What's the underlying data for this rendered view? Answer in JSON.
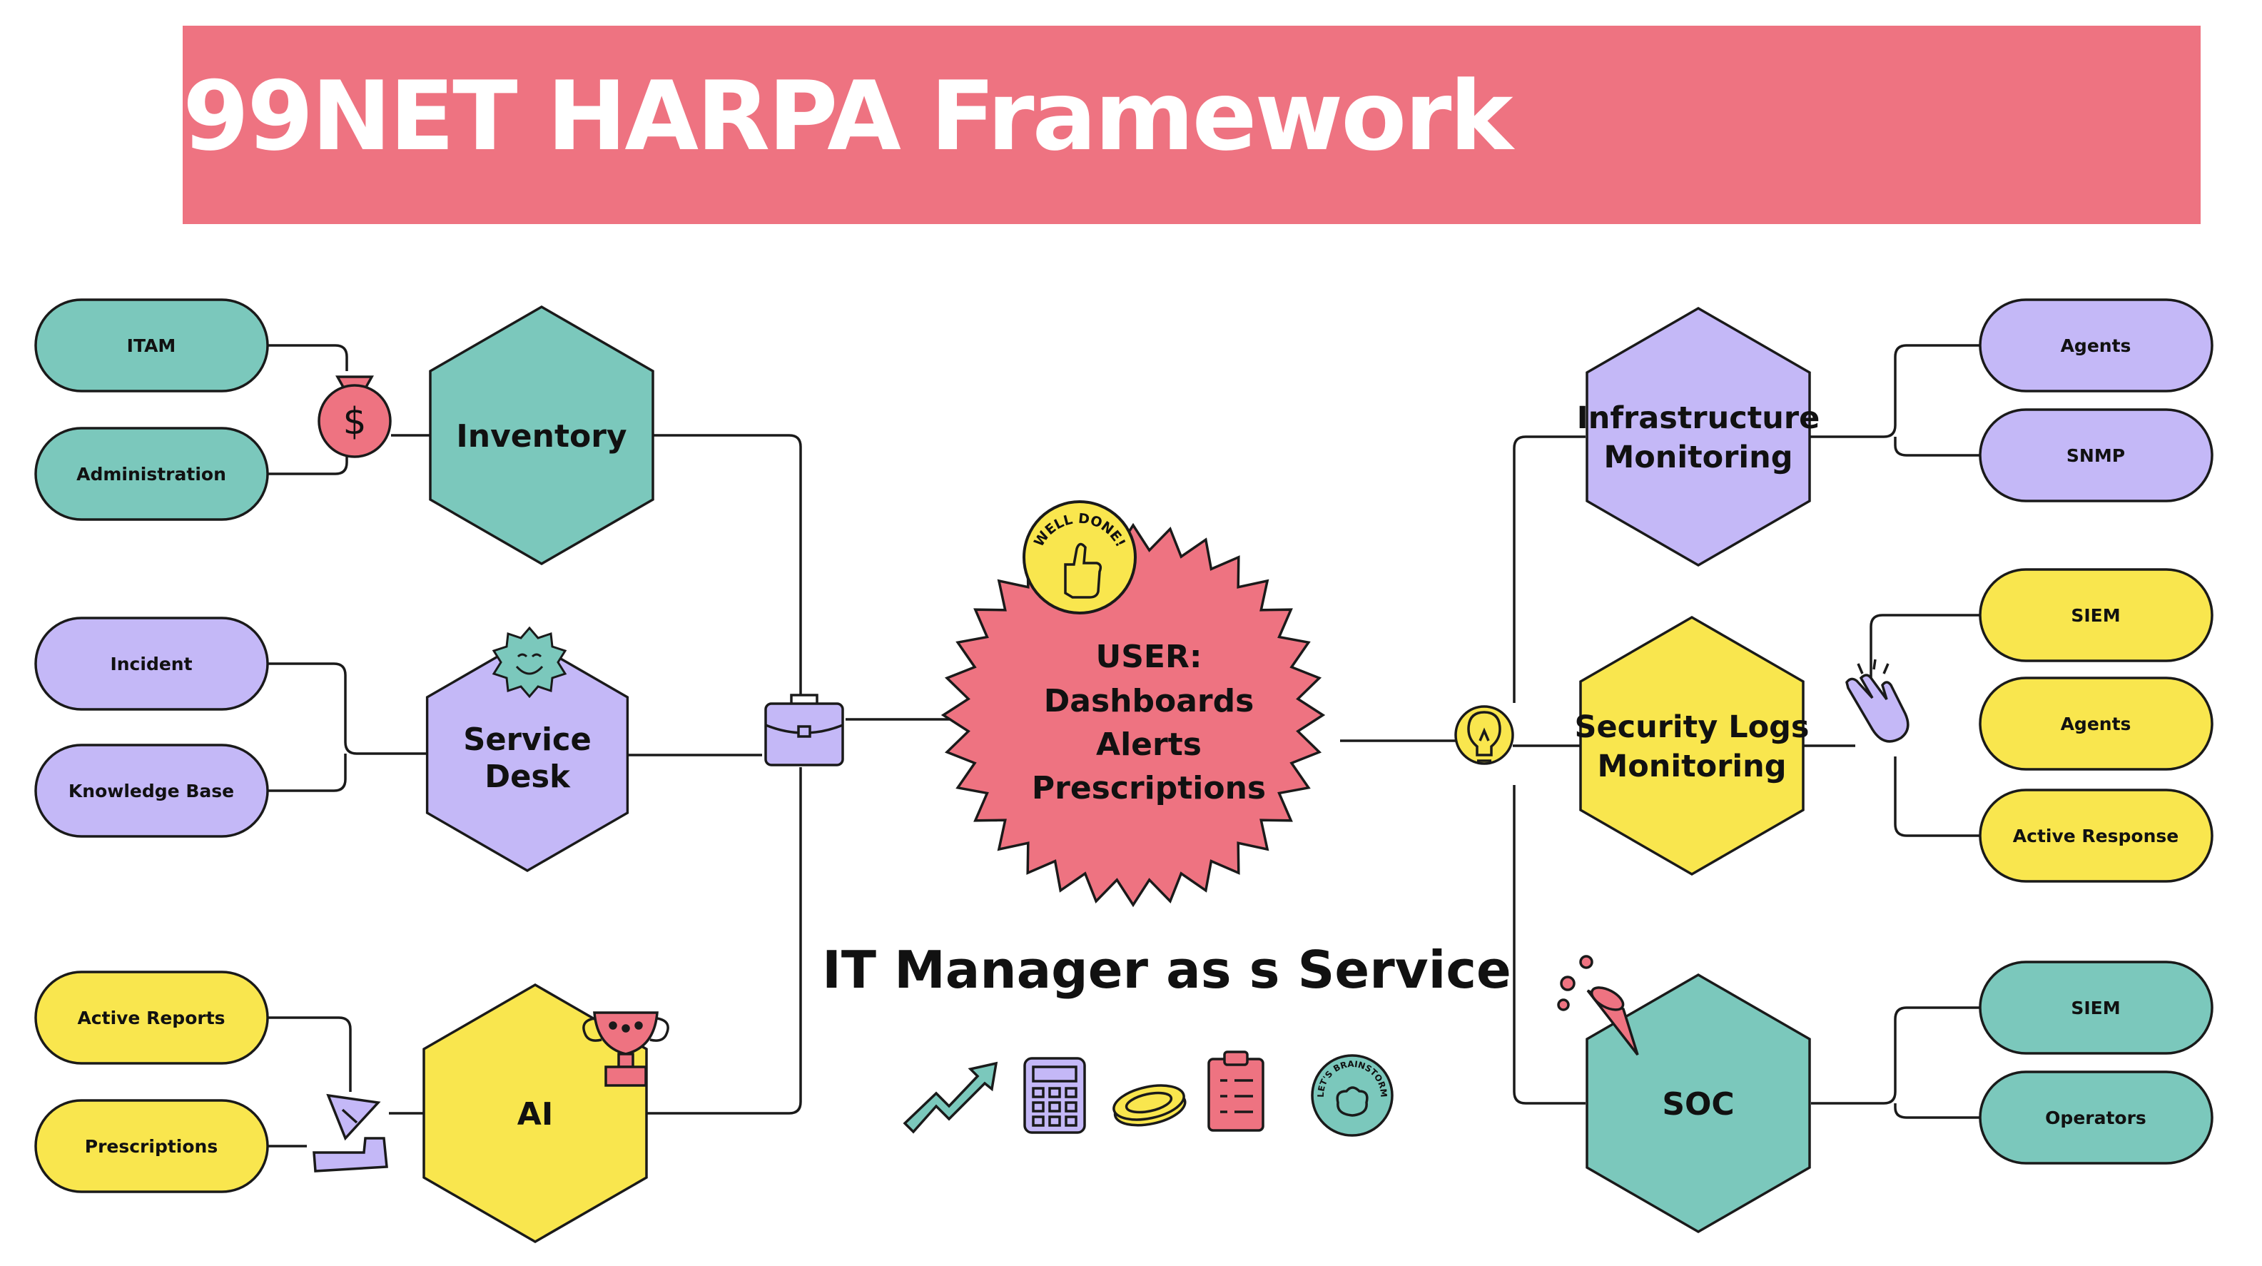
{
  "title": "99NET HARPA Framework",
  "subtitle": "IT Manager as s Service",
  "colors": {
    "banner": "#EE7381",
    "teal": "#7BC8BC",
    "lavender": "#C4B8F7",
    "yellow": "#F9E64E",
    "pink": "#EE7381",
    "stroke": "#1a1a1a"
  },
  "center": {
    "lines": [
      "USER:",
      "Dashboards",
      "Alerts",
      "Prescriptions"
    ],
    "badge": "WELL DONE!"
  },
  "hexagons": {
    "inventory": [
      "Inventory"
    ],
    "service_desk": [
      "Service",
      "Desk"
    ],
    "ai": [
      "AI"
    ],
    "infra": [
      "Infrastructure",
      "Monitoring"
    ],
    "security": [
      "Security Logs",
      "Monitoring"
    ],
    "soc": [
      "SOC"
    ]
  },
  "pills": {
    "itam": "ITAM",
    "administration": "Administration",
    "incident": "Incident",
    "knowledge_base": "Knowledge Base",
    "active_reports": "Active Reports",
    "prescriptions": "Prescriptions",
    "infra_agents": "Agents",
    "snmp": "SNMP",
    "sec_siem": "SIEM",
    "sec_agents": "Agents",
    "active_response": "Active Response",
    "soc_siem": "SIEM",
    "operators": "Operators"
  },
  "stickers": {
    "brainstorm": "LET'S BRAINSTORM"
  },
  "icons": [
    "money-bag-icon",
    "sun-smile-icon",
    "trophy-icon",
    "paper-plane-icon",
    "briefcase-icon",
    "well-done-badge-icon",
    "lightbulb-icon",
    "clapping-hands-icon",
    "party-popper-icon",
    "trend-arrow-icon",
    "calculator-icon",
    "coin-icon",
    "clipboard-icon",
    "brainstorm-sticker-icon"
  ]
}
